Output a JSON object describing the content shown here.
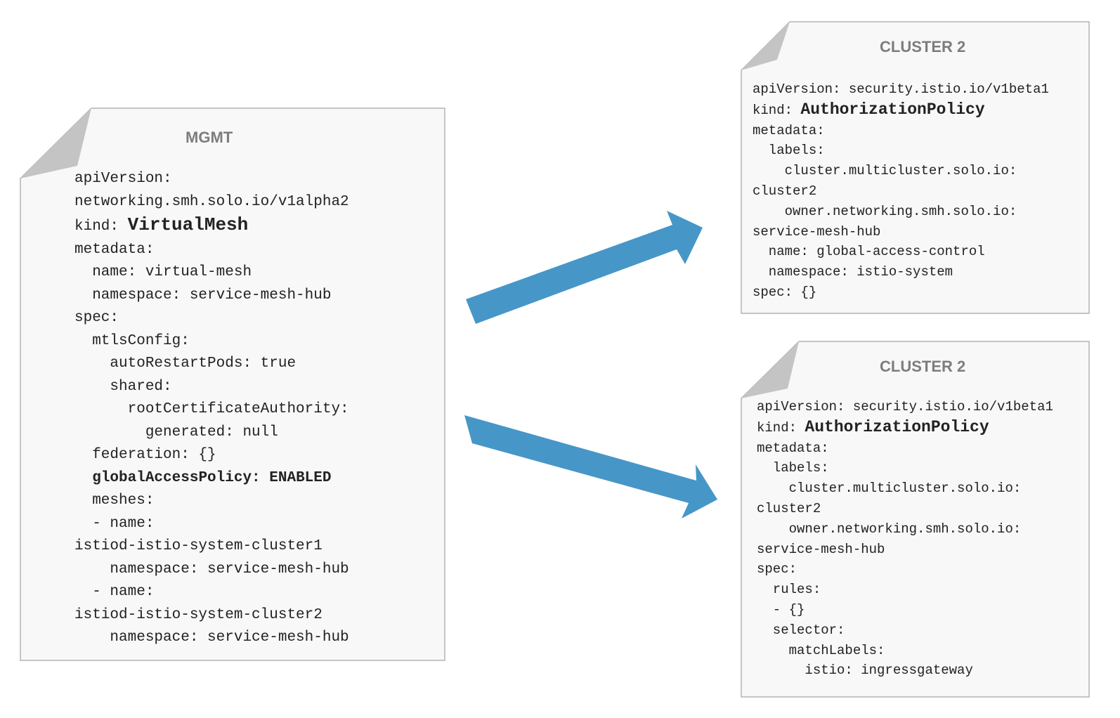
{
  "colors": {
    "arrow": "#4796c8",
    "sheet_fill": "#f8f8f8",
    "sheet_border": "#b4b4b4",
    "fold": "#c4c4c4",
    "title": "#7d7d7d"
  },
  "documents": {
    "mgmt": {
      "title": "MGMT",
      "lines": [
        {
          "text": "apiVersion:"
        },
        {
          "text": "networking.smh.solo.io/v1alpha2"
        },
        {
          "text": "kind: ",
          "emph": "VirtualMesh"
        },
        {
          "text": "metadata:"
        },
        {
          "text": "  name: virtual-mesh"
        },
        {
          "text": "  namespace: service-mesh-hub"
        },
        {
          "text": "spec:"
        },
        {
          "text": "  mtlsConfig:"
        },
        {
          "text": "    autoRestartPods: true"
        },
        {
          "text": "    shared:"
        },
        {
          "text": "      rootCertificateAuthority:"
        },
        {
          "text": "        generated: null"
        },
        {
          "text": "  federation: {}"
        },
        {
          "text": "  ",
          "bold": "globalAccessPolicy: ENABLED"
        },
        {
          "text": "  meshes:"
        },
        {
          "text": "  - name:"
        },
        {
          "text": "istiod-istio-system-cluster1"
        },
        {
          "text": "    namespace: service-mesh-hub"
        },
        {
          "text": "  - name:"
        },
        {
          "text": "istiod-istio-system-cluster2"
        },
        {
          "text": "    namespace: service-mesh-hub"
        }
      ]
    },
    "cluster_top": {
      "title": "CLUSTER 2",
      "lines": [
        {
          "text": "apiVersion: security.istio.io/v1beta1"
        },
        {
          "text": "kind: ",
          "emph": "AuthorizationPolicy"
        },
        {
          "text": "metadata:"
        },
        {
          "text": "  labels:"
        },
        {
          "text": "    cluster.multicluster.solo.io:"
        },
        {
          "text": "cluster2"
        },
        {
          "text": "    owner.networking.smh.solo.io:"
        },
        {
          "text": "service-mesh-hub"
        },
        {
          "text": "  name: global-access-control"
        },
        {
          "text": "  namespace: istio-system"
        },
        {
          "text": "spec: {}"
        }
      ]
    },
    "cluster_bottom": {
      "title": "CLUSTER 2",
      "lines": [
        {
          "text": "apiVersion: security.istio.io/v1beta1"
        },
        {
          "text": "kind: ",
          "emph": "AuthorizationPolicy"
        },
        {
          "text": "metadata:"
        },
        {
          "text": "  labels:"
        },
        {
          "text": "    cluster.multicluster.solo.io:"
        },
        {
          "text": "cluster2"
        },
        {
          "text": "    owner.networking.smh.solo.io:"
        },
        {
          "text": "service-mesh-hub"
        },
        {
          "text": "spec:"
        },
        {
          "text": "  rules:"
        },
        {
          "text": "  - {}"
        },
        {
          "text": "  selector:"
        },
        {
          "text": "    matchLabels:"
        },
        {
          "text": "      istio: ingressgateway"
        }
      ]
    }
  }
}
